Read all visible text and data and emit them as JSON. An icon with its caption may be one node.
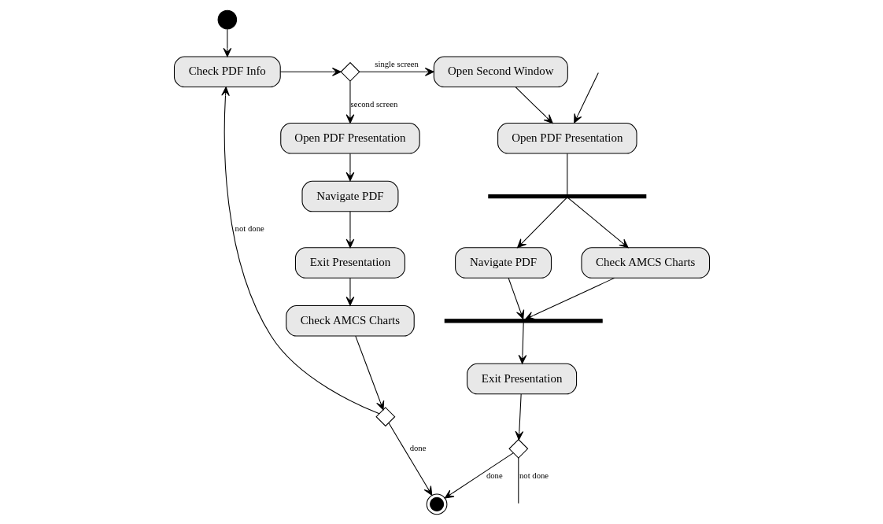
{
  "diagram": {
    "nodes": [
      {
        "text": [],
        "shape": "circle"
      },
      {
        "text": [
          "Check PDF Info"
        ]
      },
      {
        "text": [],
        "shape": "diamond"
      },
      {
        "text": [
          "Open Second Window"
        ]
      },
      {
        "text": [
          "Open PDF Presentation"
        ]
      },
      {
        "text": [
          "Open PDF Presentation"
        ]
      },
      {
        "text": [
          "Navigate PDF"
        ]
      },
      {
        "text": [],
        "shape": "bar"
      },
      {
        "text": [
          "Exit Presentation"
        ]
      },
      {
        "text": [
          "Navigate PDF"
        ]
      },
      {
        "text": [
          "Check AMCS Charts"
        ]
      },
      {
        "text": [
          "Check AMCS Charts"
        ]
      },
      {
        "text": [],
        "shape": "bar"
      },
      {
        "text": [],
        "shape": "diamond"
      },
      {
        "text": [
          "Exit Presentation"
        ]
      },
      {
        "text": [],
        "shape": "bullseye"
      },
      {
        "text": [],
        "shape": "diamond"
      }
    ],
    "edges": [
      {
        "from": 0,
        "to": 1,
        "arrow": "to"
      },
      {
        "from": 1,
        "to": 2,
        "arrow": "to"
      },
      {
        "from": 2,
        "to": 3,
        "arrow": "to",
        "label": "single screen"
      },
      {
        "from": 2,
        "to": 4,
        "arrow": "to",
        "label": "second screen"
      },
      {
        "from": 3,
        "to": 5,
        "arrow": "to"
      },
      {
        "from": null,
        "to": 5,
        "arrow": "to"
      },
      {
        "from": 4,
        "to": 6,
        "arrow": "to"
      },
      {
        "from": 5,
        "to": 7,
        "arrow": "none"
      },
      {
        "from": 6,
        "to": 8,
        "arrow": "to"
      },
      {
        "from": 7,
        "to": 9,
        "arrow": "to"
      },
      {
        "from": 7,
        "to": 10,
        "arrow": "to"
      },
      {
        "from": 8,
        "to": 11,
        "arrow": "to"
      },
      {
        "from": 9,
        "to": 12,
        "arrow": "to"
      },
      {
        "from": 10,
        "to": 12,
        "arrow": "to"
      },
      {
        "from": 11,
        "to": 13,
        "arrow": "to"
      },
      {
        "from": 12,
        "to": 14,
        "arrow": "to"
      },
      {
        "from": 13,
        "to": 1,
        "arrow": "to",
        "label": "not done"
      },
      {
        "from": 13,
        "to": 15,
        "arrow": "to",
        "label": "done"
      },
      {
        "from": 14,
        "to": 16,
        "arrow": "to"
      },
      {
        "from": 16,
        "to": 15,
        "arrow": "to",
        "label": "done"
      },
      {
        "from": 16,
        "to": null,
        "arrow": "none",
        "label": "not done"
      }
    ]
  }
}
